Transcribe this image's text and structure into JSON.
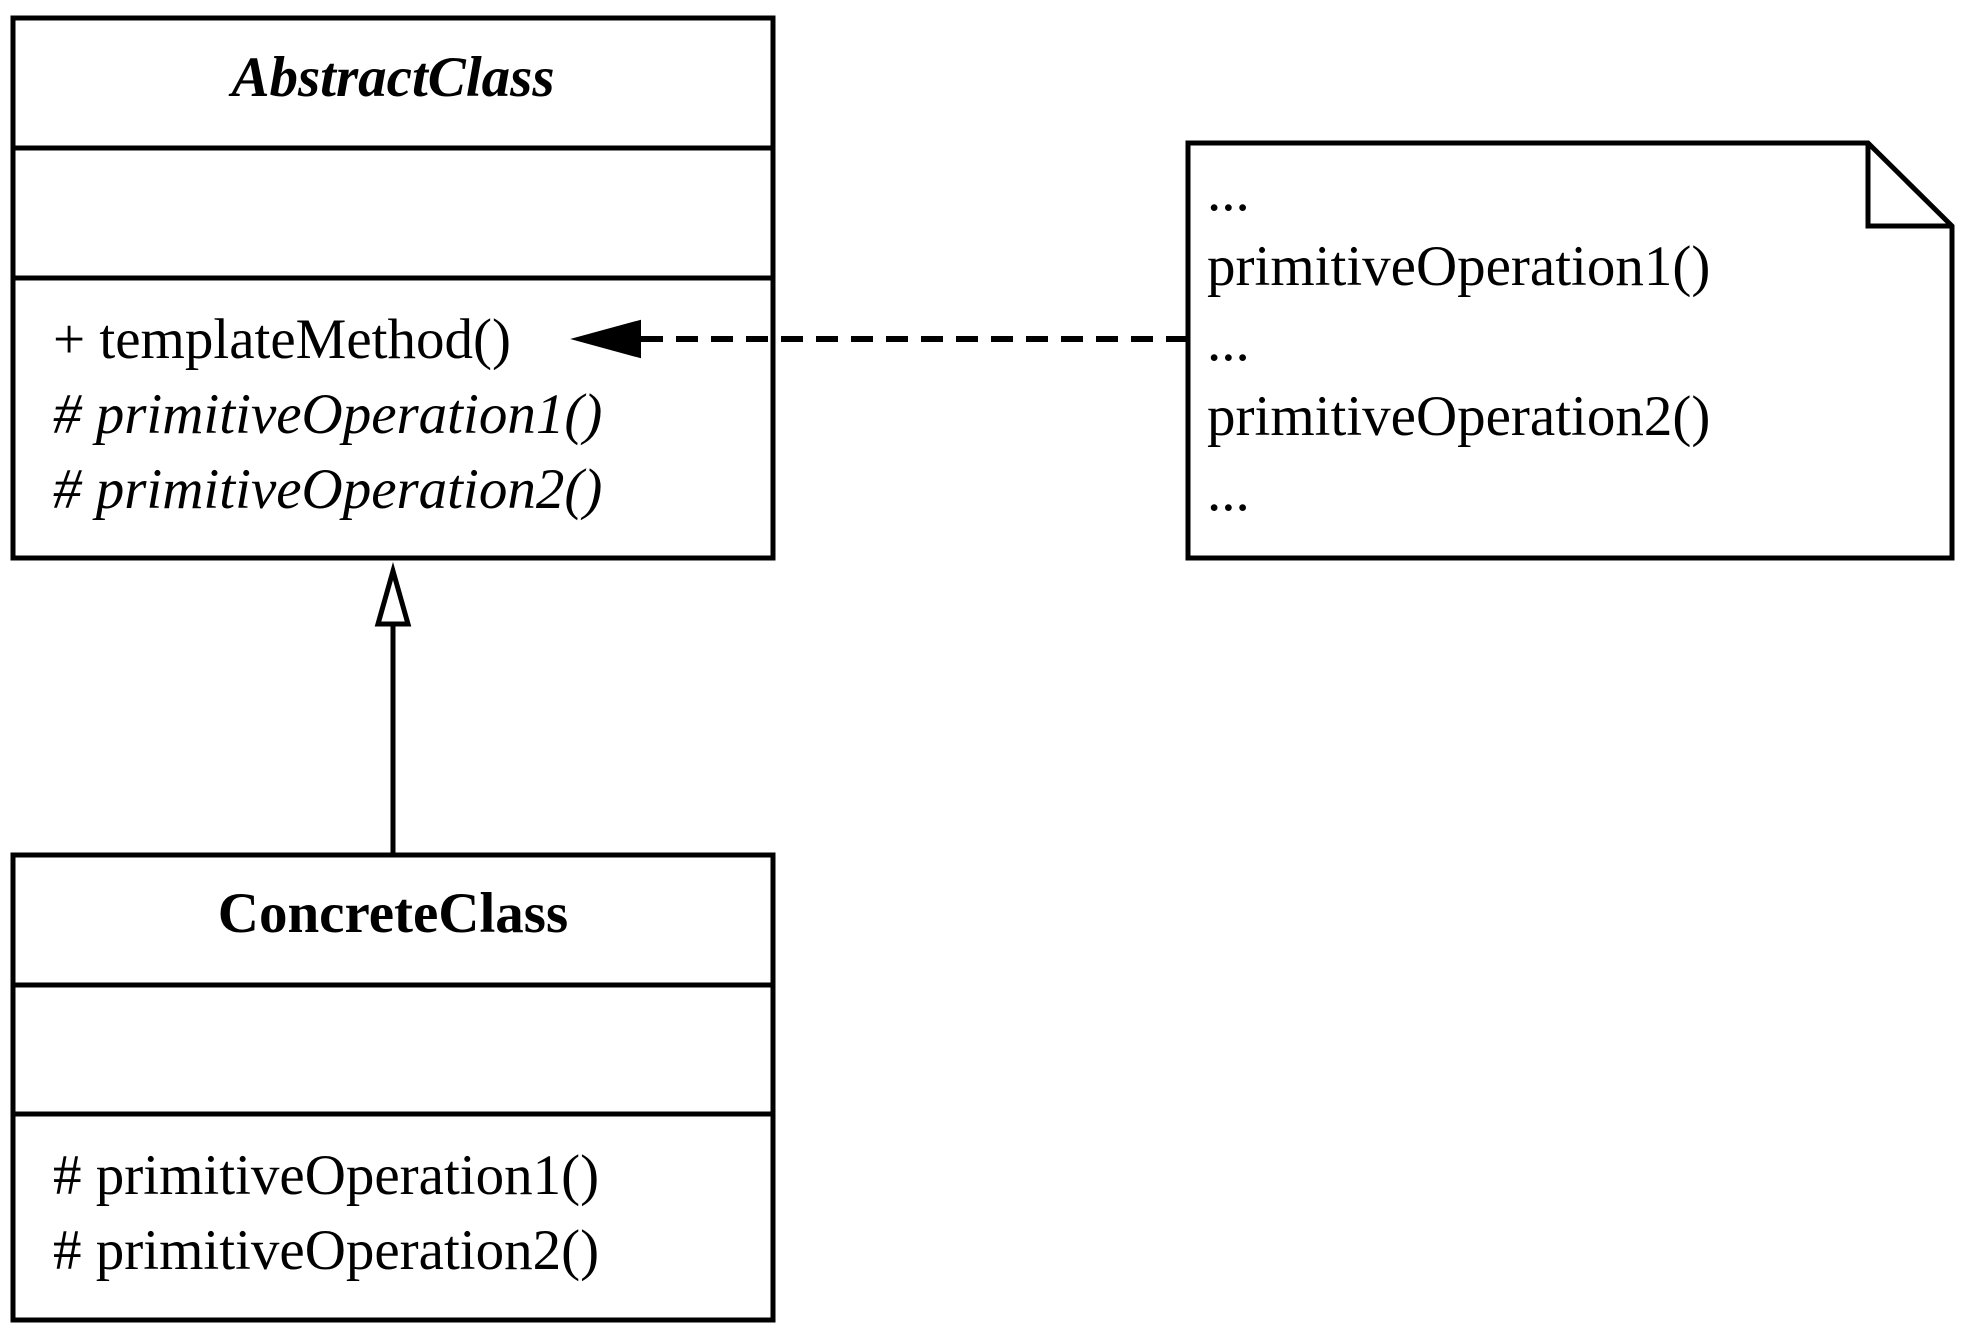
{
  "abstract_class": {
    "name": "AbstractClass",
    "methods": [
      {
        "text": "+ templateMethod()",
        "italic": false
      },
      {
        "text": "# primitiveOperation1()",
        "italic": true
      },
      {
        "text": "# primitiveOperation2()",
        "italic": true
      }
    ]
  },
  "concrete_class": {
    "name": "ConcreteClass",
    "methods": [
      {
        "text": "# primitiveOperation1()",
        "italic": false
      },
      {
        "text": "# primitiveOperation2()",
        "italic": false
      }
    ]
  },
  "note": {
    "lines": [
      "...",
      "primitiveOperation1()",
      "...",
      "primitiveOperation2()",
      "..."
    ]
  },
  "colors": {
    "stroke": "#000000",
    "background": "#ffffff"
  }
}
